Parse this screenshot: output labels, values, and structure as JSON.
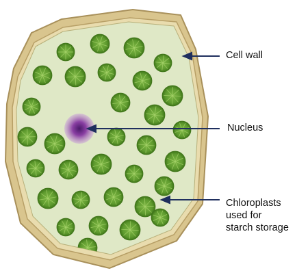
{
  "diagram": {
    "labels": {
      "cell_wall": "Cell wall",
      "nucleus": "Nucleus",
      "chloroplasts": [
        "Chloroplasts",
        "used for",
        "starch storage"
      ]
    },
    "colors": {
      "cell_wall": "#d9c58e",
      "cell_wall_edge": "#a8905a",
      "cytoplasm": "#dfe8c6",
      "chloroplast": "#5e9a2e",
      "chloroplast_dark": "#3f7519",
      "nucleus": "#8a3fa3",
      "arrow": "#1f2f5e"
    },
    "icons": {
      "pointer": "arrow-left-icon"
    }
  }
}
